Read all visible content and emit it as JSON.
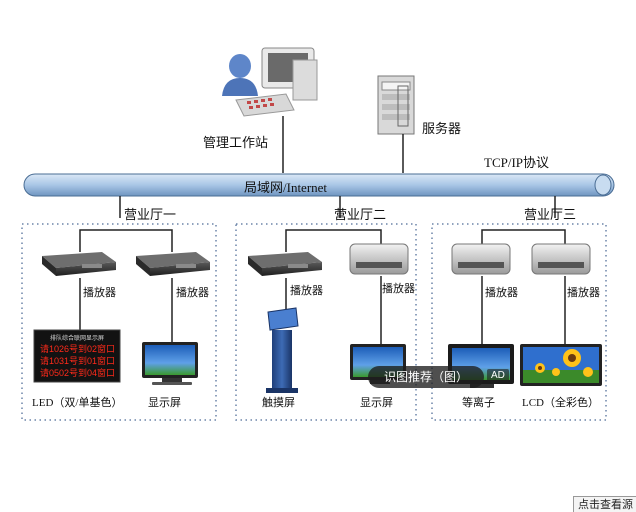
{
  "network": {
    "bus_label": "局域网/Internet",
    "protocol_label": "TCP/IP协议"
  },
  "top": {
    "workstation_label": "管理工作站",
    "server_label": "服务器"
  },
  "halls": [
    {
      "title": "营业厅一"
    },
    {
      "title": "营业厅二"
    },
    {
      "title": "营业厅三"
    }
  ],
  "players": {
    "label": "播放器"
  },
  "devices": {
    "led": "LED（双/单基色）",
    "display1": "显示屏",
    "touch": "触摸屏",
    "display2": "显示屏",
    "plasma": "等离子",
    "lcd": "LCD（全彩色）"
  },
  "led_screen": {
    "header": "排队综合联网显示屏",
    "lines": [
      "请1026号到02窗口",
      "请1031号到01窗口",
      "请0502号到04窗口"
    ]
  },
  "overlay": {
    "pill_text": "识图推荐（图）",
    "ad_text": "AD",
    "corner_button": "点击查看源"
  },
  "colors": {
    "bus_fill": "#a9c6e6",
    "bus_stroke": "#4a6d94",
    "led_text": "#ff2a1a"
  }
}
